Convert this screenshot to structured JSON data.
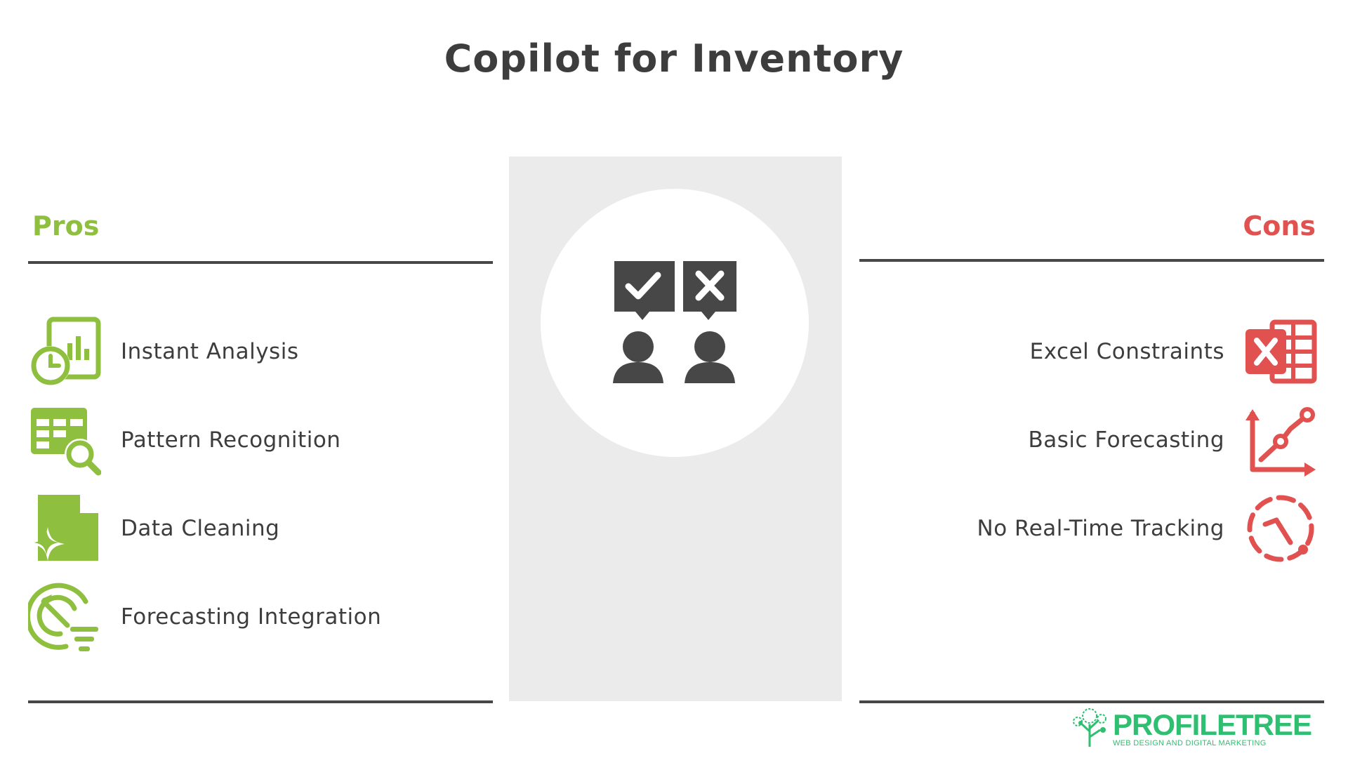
{
  "title": "Copilot for Inventory",
  "colors": {
    "pros": "#8fbf3f",
    "cons": "#e0514f",
    "dark": "#474747",
    "panel": "#ebebeb"
  },
  "pros": {
    "heading": "Pros",
    "items": [
      {
        "label": "Instant Analysis",
        "icon": "clock-chart-document-icon"
      },
      {
        "label": "Pattern Recognition",
        "icon": "table-magnifier-icon"
      },
      {
        "label": "Data Cleaning",
        "icon": "sparkle-document-icon"
      },
      {
        "label": "Forecasting Integration",
        "icon": "radar-filter-icon"
      }
    ]
  },
  "cons": {
    "heading": "Cons",
    "items": [
      {
        "label": "Excel Constraints",
        "icon": "excel-icon"
      },
      {
        "label": "Basic Forecasting",
        "icon": "trend-axes-icon"
      },
      {
        "label": "No Real-Time Tracking",
        "icon": "dashed-clock-icon"
      }
    ]
  },
  "center": {
    "icon": "pros-cons-people-icon"
  },
  "logo": {
    "name": "PROFILETREE",
    "tagline": "WEB DESIGN AND DIGITAL MARKETING"
  }
}
